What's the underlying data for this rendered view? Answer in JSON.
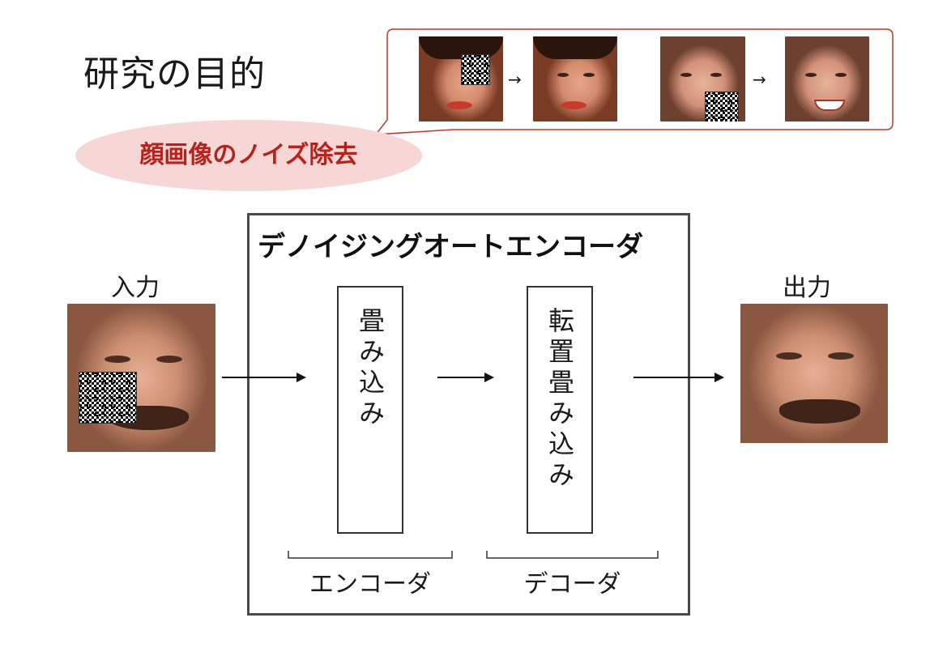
{
  "header": {
    "title": "研究の目的"
  },
  "purpose": {
    "label": "顔画像のノイズ除去"
  },
  "examples": {
    "arrow_1": "→",
    "arrow_2": "→"
  },
  "input": {
    "label": "入力"
  },
  "output": {
    "label": "出力"
  },
  "autoencoder": {
    "title": "デノイジングオートエンコーダ",
    "layers": [
      {
        "label": "畳み込み"
      },
      {
        "label": "転置畳み込み"
      }
    ],
    "encoder_label": "エンコーダ",
    "decoder_label": "デコーダ"
  },
  "colors": {
    "callout_border": "#c0392b",
    "purpose_bg": "#f6d7d6",
    "purpose_text": "#b6231d",
    "box_border": "#4a4a4a"
  }
}
